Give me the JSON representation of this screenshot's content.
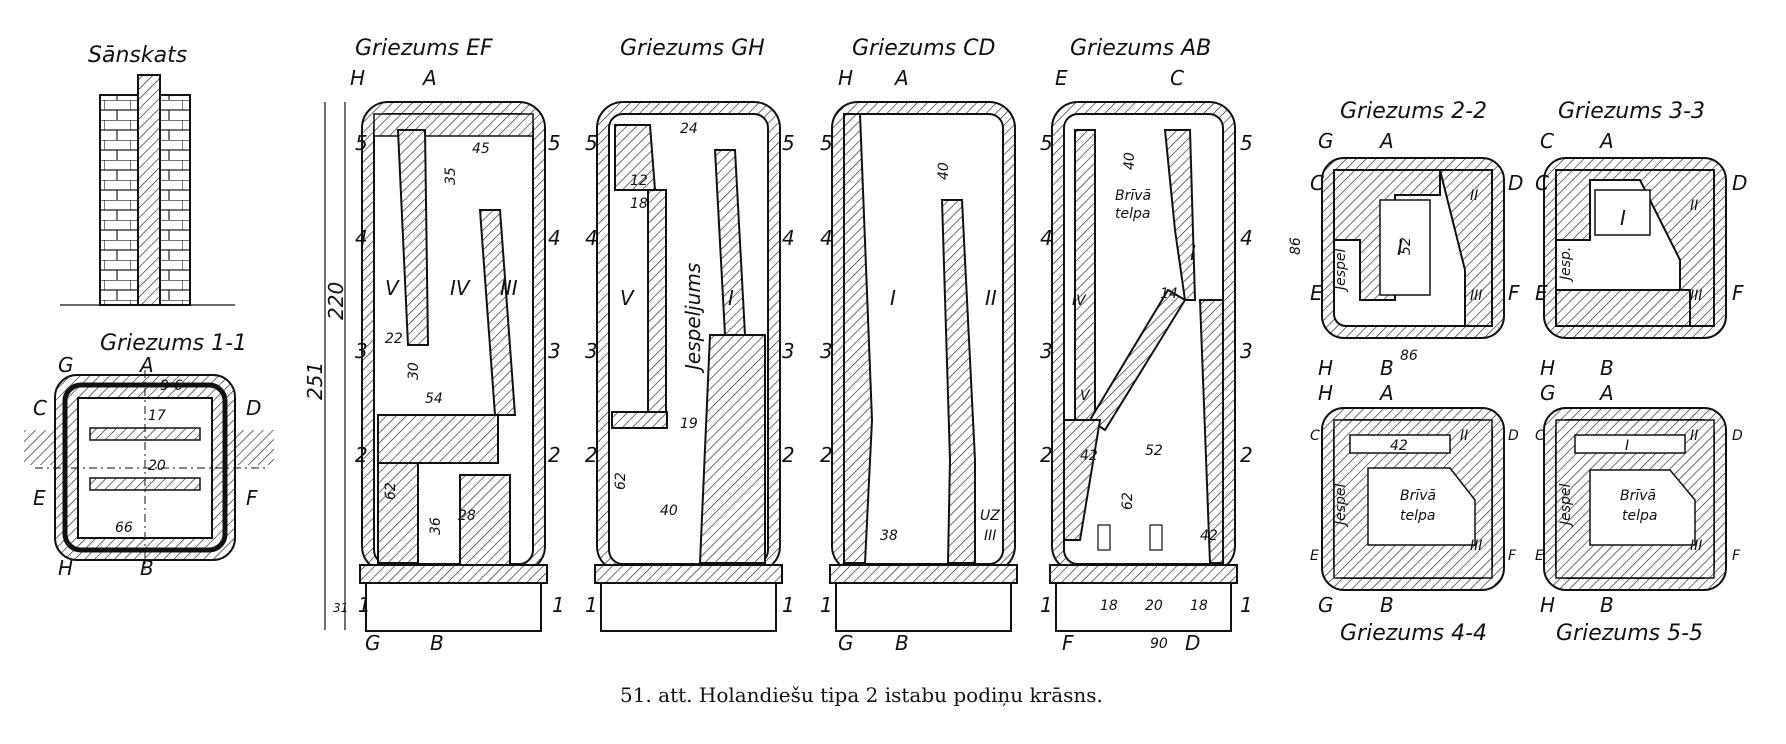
{
  "titles": {
    "sanskats": "Sānskats",
    "g11": "Griezums 1-1",
    "gef": "Griezums EF",
    "ggh": "Griezums GH",
    "gcd": "Griezums CD",
    "gab": "Griezums AB",
    "g22": "Griezums 2-2",
    "g33": "Griezums 3-3",
    "g44": "Griezums 4-4",
    "g55": "Griezums 5-5"
  },
  "caption": "51. att. Holandiešu tipa 2 istabu podiņu krāsns.",
  "marks": {
    "A": "A",
    "B": "B",
    "C": "C",
    "D": "D",
    "E": "E",
    "F": "F",
    "G": "G",
    "H": "H",
    "n1": "1",
    "n2": "2",
    "n3": "3",
    "n4": "4",
    "n5": "5"
  },
  "roman": {
    "I": "I",
    "II": "II",
    "III": "III",
    "IV": "IV",
    "V": "V"
  },
  "labels": {
    "jespeljums": "Jespeljums",
    "briva": "Brīvā",
    "telpa": "telpa",
    "jespel": "Jespel",
    "jesp": "Jesp.",
    "uz": "UZ"
  },
  "dims": {
    "d251": "251",
    "d220": "220",
    "d45": "45",
    "d35": "35",
    "d22": "22",
    "d30": "30",
    "d54": "54",
    "d62": "62",
    "d36": "36",
    "d28": "28",
    "d31": "31",
    "d24": "24",
    "d12": "12",
    "d18": "18",
    "d19": "19",
    "d40": "40",
    "d38": "38",
    "d14": "14",
    "d42": "42",
    "d52": "52",
    "d90": "90",
    "d20": "20",
    "d86": "86",
    "d66": "66",
    "d17": "17",
    "d6": "6",
    "d96": "9-6"
  }
}
